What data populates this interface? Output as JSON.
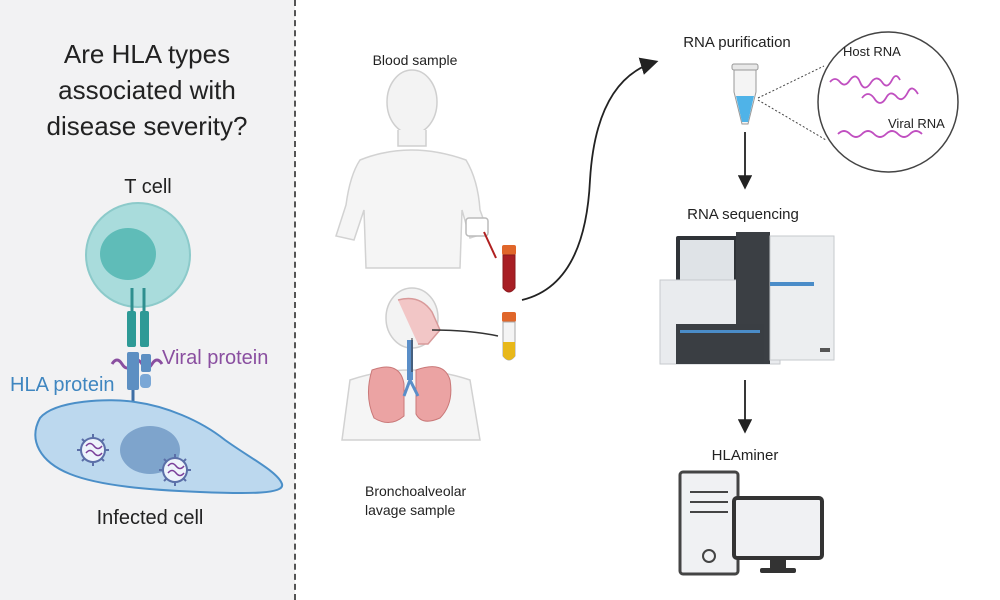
{
  "question": "Are HLA types associated with disease severity?",
  "left": {
    "tcell_label": "T cell",
    "viral_protein_label": "Viral protein",
    "hla_protein_label": "HLA protein",
    "infected_cell_label": "Infected cell"
  },
  "samples": {
    "blood_label": "Blood sample",
    "bal_line1": "Bronchoalveolar",
    "bal_line2": "lavage sample"
  },
  "pipeline": {
    "rna_purification": "RNA purification",
    "host_rna": "Host RNA",
    "viral_rna": "Viral RNA",
    "rna_sequencing": "RNA sequencing",
    "hlaminer": "HLAminer"
  },
  "colors": {
    "left_bg": "#f2f2f3",
    "tcell": "#a9dcdc",
    "tcell_nucleus": "#5fbcb8",
    "infected_cell": "#bcd8ee",
    "viral_protein": "#8a4fa0",
    "hla_protein": "#3f86c0",
    "rna_strand": "#c04fc0"
  }
}
